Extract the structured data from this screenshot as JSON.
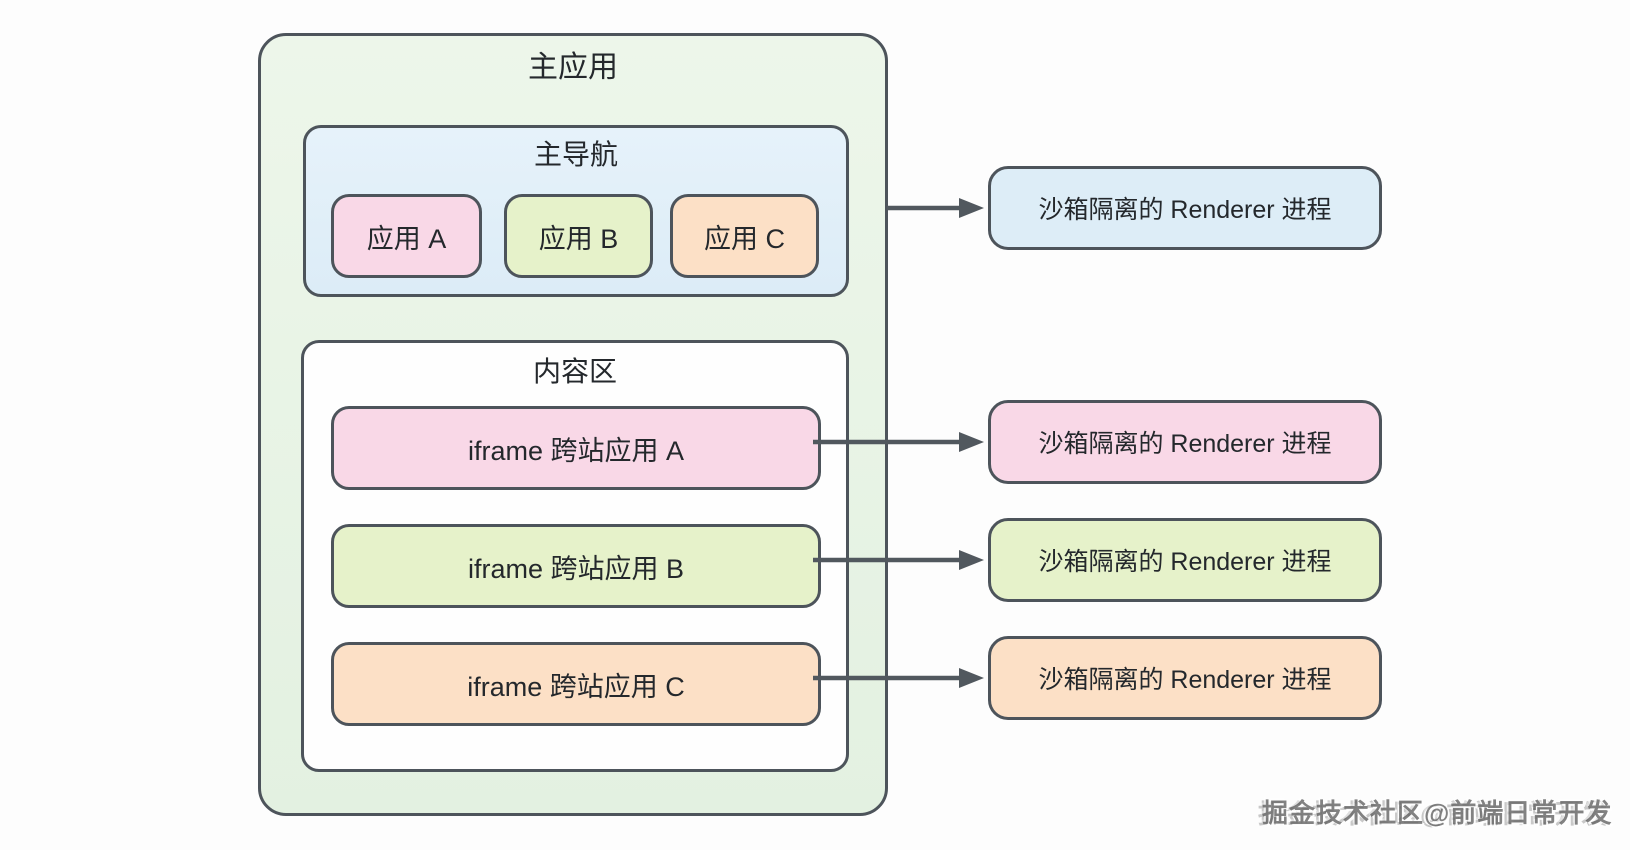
{
  "diagram": {
    "main_app": {
      "title": "主应用",
      "nav": {
        "title": "主导航",
        "apps": [
          {
            "label": "应用 A",
            "color": "#f9d8e7"
          },
          {
            "label": "应用 B",
            "color": "#e6f2ca"
          },
          {
            "label": "应用 C",
            "color": "#fce0c6"
          }
        ]
      },
      "content": {
        "title": "内容区",
        "iframes": [
          {
            "label": "iframe 跨站应用 A",
            "color": "#f9d8e7"
          },
          {
            "label": "iframe 跨站应用 B",
            "color": "#e6f2ca"
          },
          {
            "label": "iframe 跨站应用 C",
            "color": "#fce0c6"
          }
        ]
      }
    },
    "renderers": [
      {
        "label": "沙箱隔离的 Renderer 进程",
        "color": "#ddedf7"
      },
      {
        "label": "沙箱隔离的 Renderer 进程",
        "color": "#f9d8e7"
      },
      {
        "label": "沙箱隔离的 Renderer 进程",
        "color": "#e6f2ca"
      },
      {
        "label": "沙箱隔离的 Renderer 进程",
        "color": "#fce0c6"
      }
    ],
    "watermark": "掘金技术社区@前端日常开发",
    "colors": {
      "border": "#4d545b",
      "arrow": "#51585e",
      "text": "#24282c",
      "main_app_bg": "#e8f3e6",
      "nav_bg": "#e1eff8",
      "content_bg": "#fefefe",
      "page_bg": "#fdfdfd"
    }
  }
}
